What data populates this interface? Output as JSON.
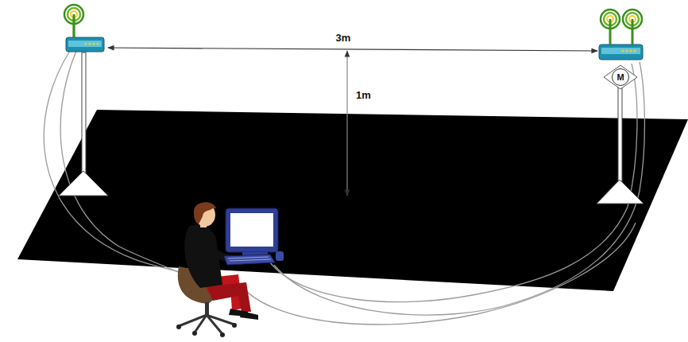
{
  "diagram": {
    "nodes": [
      {
        "text": [
          "M"
        ]
      }
    ],
    "labels": [
      "3m",
      "1m"
    ]
  }
}
